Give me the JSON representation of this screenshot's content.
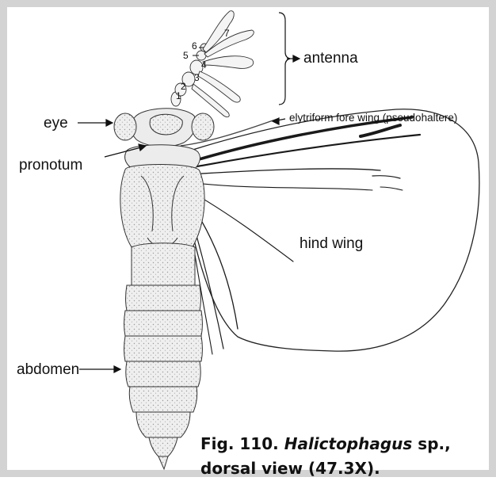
{
  "labels": {
    "antenna": "antenna",
    "eye": "eye",
    "pronotum": "pronotum",
    "fore_wing": "elytriform fore wing (pseudohaltere)",
    "hind_wing": "hind wing",
    "abdomen": "abdomen"
  },
  "antenna_segments": [
    "1",
    "2",
    "3",
    "4",
    "5",
    "6",
    "7"
  ],
  "caption": {
    "prefix": "Fig. 110. ",
    "genus": "Halictophagus",
    "line1_rest": " sp.,",
    "line2": "dorsal view (47.3X)."
  },
  "colors": {
    "ink": "#111111",
    "frame": "#d3d3d3",
    "body_fill": "#ececec"
  }
}
